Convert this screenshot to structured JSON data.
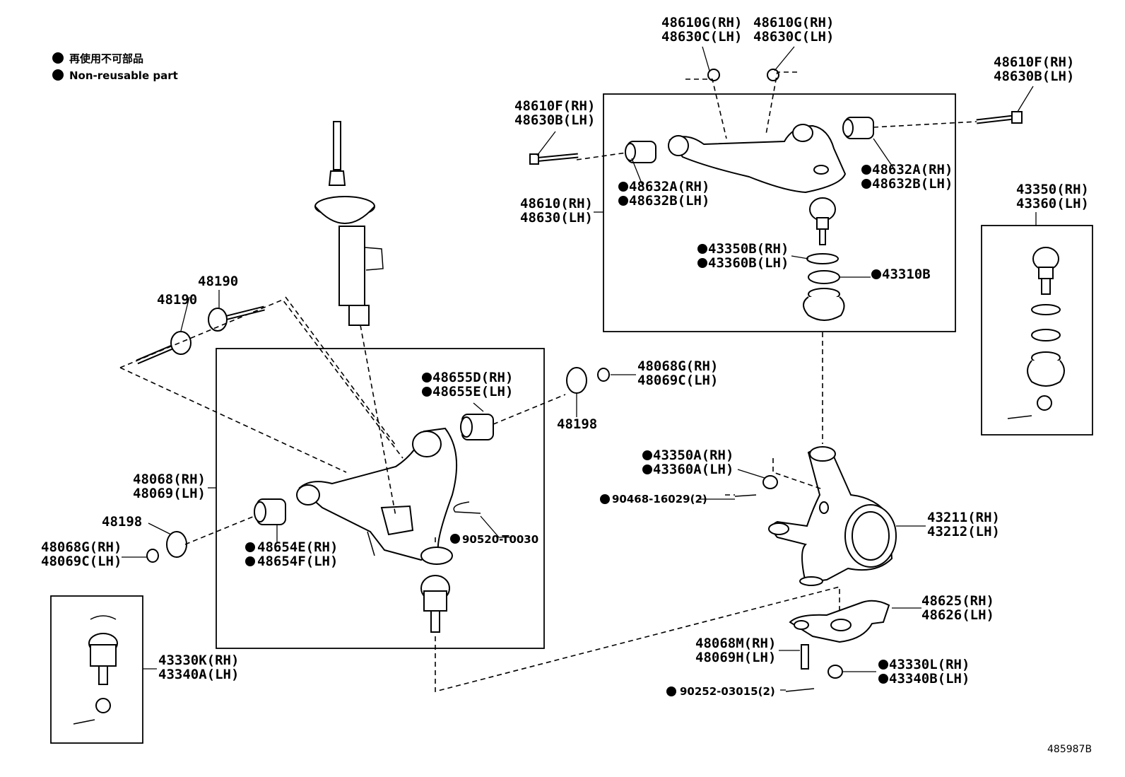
{
  "legend": {
    "line1": "再使用不可部品",
    "line2": "Non-reusable part"
  },
  "labels": {
    "p48610G_1a": "48610G(RH)",
    "p48610G_1b": "48630C(LH)",
    "p48610G_2a": "48610G(RH)",
    "p48610G_2b": "48630C(LH)",
    "p48610F_Ra": "48610F(RH)",
    "p48610F_Rb": "48630B(LH)",
    "p48610F_La": "48610F(RH)",
    "p48610F_Lb": "48630B(LH)",
    "p48632_Ra": "48632A(RH)",
    "p48632_Rb": "48632B(LH)",
    "p48632_La": "48632A(RH)",
    "p48632_Lb": "48632B(LH)",
    "p48610a": "48610(RH)",
    "p48610b": "48630(LH)",
    "p43350Ba": "43350B(RH)",
    "p43350Bb": "43360B(LH)",
    "p43310B": "43310B",
    "p43350a": "43350(RH)",
    "p43350b": "43360(LH)",
    "p48190_1": "48190",
    "p48190_2": "48190",
    "p48655a": "48655D(RH)",
    "p48655b": "48655E(LH)",
    "p48068Ga": "48068G(RH)",
    "p48068Gb": "48069C(LH)",
    "p48198_R": "48198",
    "p43350Aa": "43350A(RH)",
    "p43350Ab": "43360A(LH)",
    "p90468": "90468-16029(2)",
    "p48068a": "48068(RH)",
    "p48068b": "48069(LH)",
    "p48198_L": "48198",
    "p90520": "90520-T0030",
    "p48068G_La": "48068G(RH)",
    "p48068G_Lb": "48069C(LH)",
    "p48654a": "48654E(RH)",
    "p48654b": "48654F(LH)",
    "p43211a": "43211(RH)",
    "p43211b": "43212(LH)",
    "p48625a": "48625(RH)",
    "p48625b": "48626(LH)",
    "p48068Ma": "48068M(RH)",
    "p48068Mb": "48069H(LH)",
    "p43330La": "43330L(RH)",
    "p43330Lb": "43340B(LH)",
    "p90252": "90252-03015(2)",
    "p43330Ka": "43330K(RH)",
    "p43330Kb": "43340A(LH)"
  },
  "reference": "485987B"
}
